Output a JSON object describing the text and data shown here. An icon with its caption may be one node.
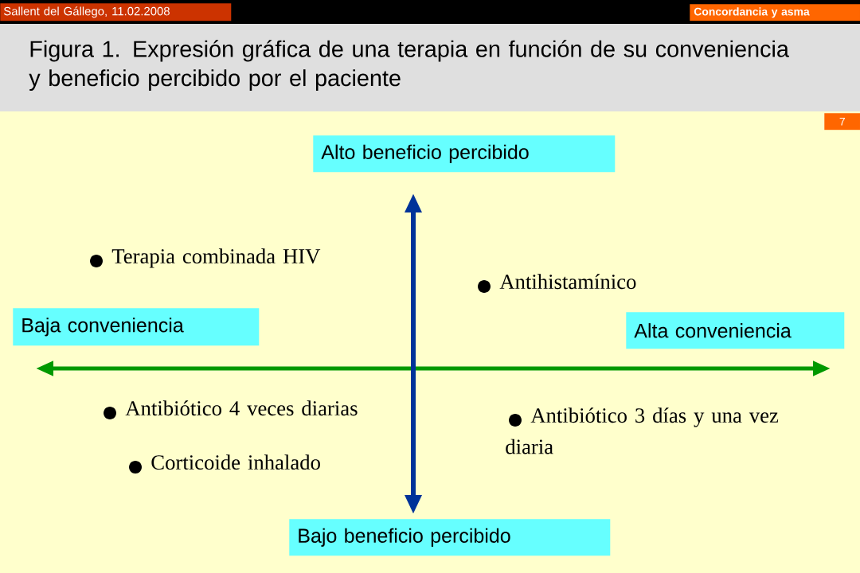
{
  "diagram": {
    "title": "Figura 1. Expresión gráfica de una terapia en función de su conveniencia y beneficio percibido por el paciente",
    "nodes": [
      {
        "text": [
          "Sallent del Gállego, 11.02.2008"
        ]
      },
      {
        "text": [
          "Concordancia y asma"
        ]
      },
      {
        "text": [
          "7"
        ]
      },
      {
        "text": [
          "Alto beneficio percibido"
        ]
      },
      {
        "text": [
          "Baja conveniencia"
        ]
      },
      {
        "text": [
          "Alta conveniencia"
        ]
      },
      {
        "text": [
          "Bajo beneficio percibido"
        ]
      }
    ],
    "labels": [
      "Terapia combinada HIV",
      "Antihistamínico",
      "Antibiótico 4 veces diarias",
      "Antibiótico 3 días y una vez diaria",
      "Corticoide inhalado"
    ]
  }
}
